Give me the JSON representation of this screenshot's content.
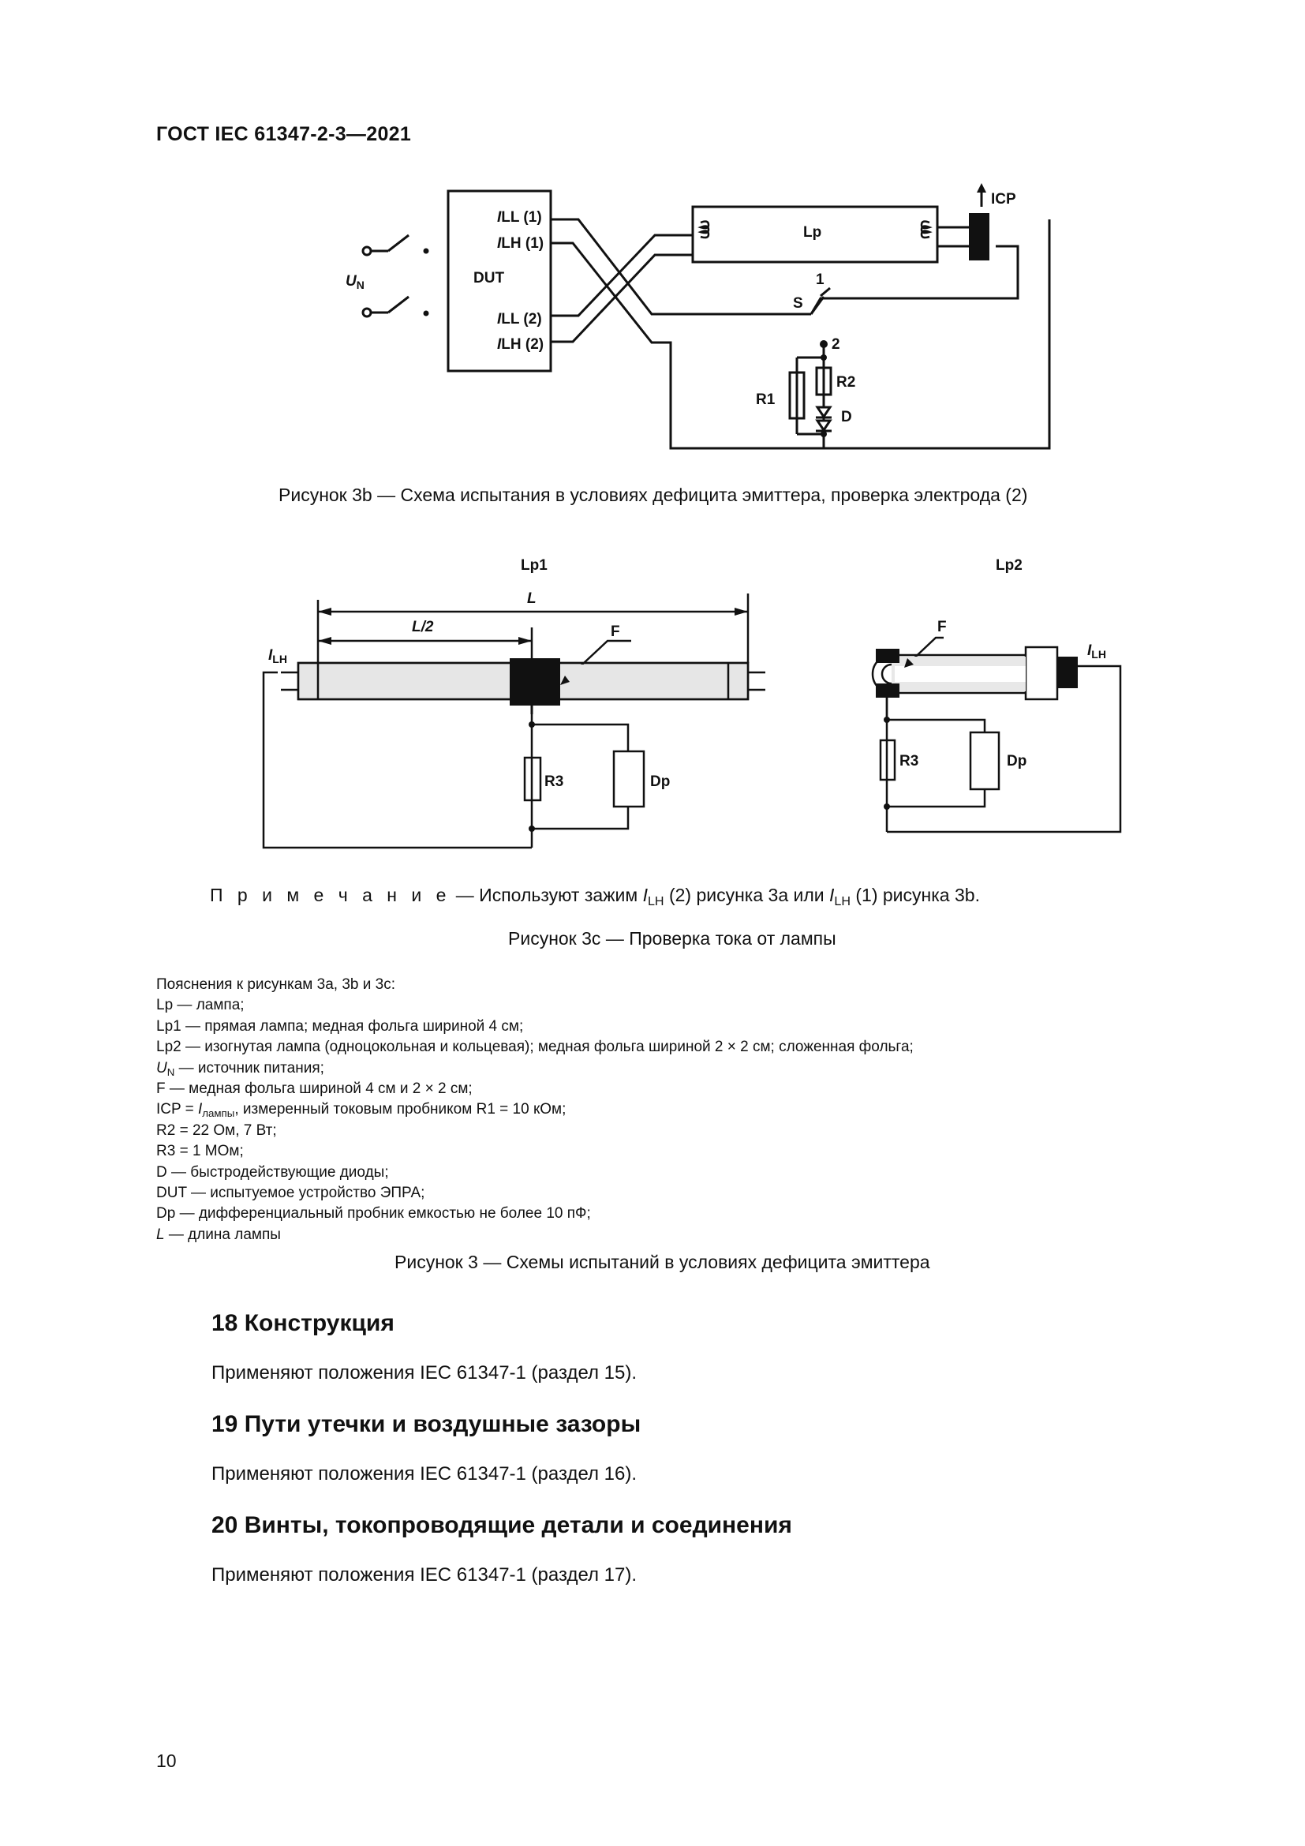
{
  "header": {
    "doc_id": "ГОСТ IEC 61347-2-3—2021"
  },
  "fig3b": {
    "labels": {
      "ill1": "LL (1)",
      "ilh1": "LH (1)",
      "ill2": "LL (2)",
      "ilh2": "LH (2)",
      "i": "I",
      "un_u": "U",
      "un_sub": "N",
      "dut": "DUT",
      "lp": "Lp",
      "icp": "ICP",
      "s": "S",
      "one": "1",
      "two": "2",
      "r1": "R1",
      "r2": "R2",
      "d": "D"
    },
    "caption": "Рисунок 3b — Схема испытания в условиях дефицита эмиттера, проверка электрода (2)"
  },
  "fig3c": {
    "labels": {
      "lp1": "Lp1",
      "lp2": "Lp2",
      "L": "L",
      "L2": "L/2",
      "F": "F",
      "i": "I",
      "lh": "LH",
      "r3": "R3",
      "dp": "Dp"
    },
    "note_prefix": "П р и м е ч а н и е",
    "note_text_1": " — Используют зажим ",
    "note_i1": "I",
    "note_sub1": "LH",
    "note_text_2": " (2) рисунка 3а или ",
    "note_i2": "I",
    "note_sub2": "LH",
    "note_text_3": " (1) рисунка 3b.",
    "caption": "Рисунок 3с — Проверка тока от лампы"
  },
  "explanations": {
    "intro": "Пояснения к рисункам 3а, 3b и 3с:",
    "lp": "Lp — лампа;",
    "lp1": "Lp1 — прямая лампа; медная фольга шириной 4 см;",
    "lp2": "Lp2 — изогнутая лампа (одноцокольная и кольцевая); медная фольга шириной 2 × 2 см; сложенная фольга;",
    "un_u": "U",
    "un_sub": "N",
    "un_rest": " — источник питания;",
    "f": "F — медная фольга шириной 4 см и 2 × 2 см;",
    "icp_a": "ICP = ",
    "icp_i": "I",
    "icp_sub": "лампы",
    "icp_b": ", измеренный токовым пробником R1 = 10 кОм;",
    "r2": "R2 = 22 Ом, 7 Вт;",
    "r3": "R3 = 1 МОм;",
    "d": "D — быстродействующие диоды;",
    "dut": "DUT — испытуемое устройство ЭПРА;",
    "dp": "Dp — дифференциальный пробник емкостью не более 10 пФ;",
    "l_l": "L",
    "l_rest": " — длина лампы"
  },
  "figure3_caption": "Рисунок 3 — Схемы испытаний в условиях дефицита эмиттера",
  "sections": [
    {
      "title": "18 Конструкция",
      "body": "Применяют положения IEC 61347-1 (раздел 15)."
    },
    {
      "title": "19 Пути утечки и воздушные зазоры",
      "body": "Применяют положения IEC 61347-1 (раздел 16)."
    },
    {
      "title": "20 Винты, токопроводящие детали и соединения",
      "body": "Применяют положения IEC 61347-1 (раздел 17)."
    }
  ],
  "page_number": "10"
}
